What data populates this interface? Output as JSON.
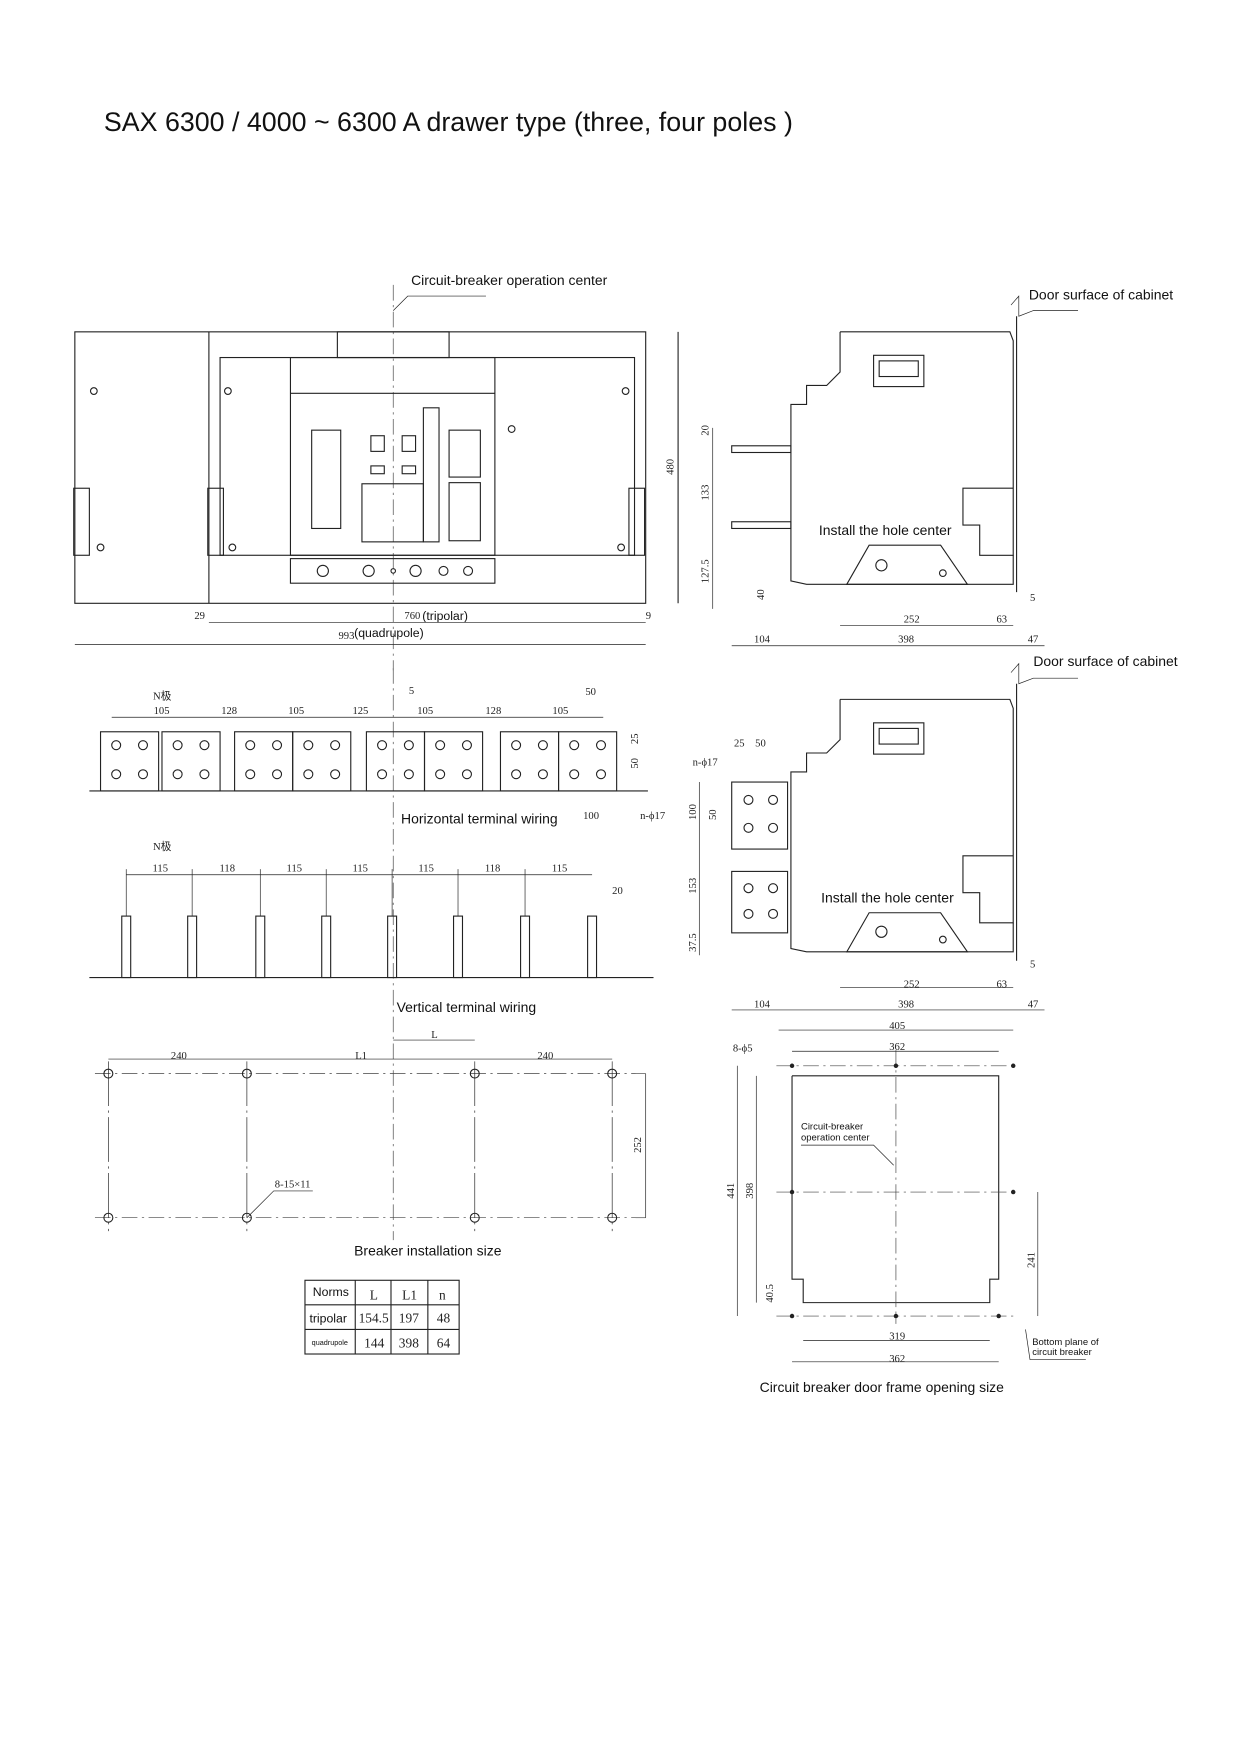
{
  "title": "SAX 6300 / 4000 ~ 6300 A drawer type (three, four poles )",
  "front_view": {
    "operation_center_label": "Circuit-breaker operation center",
    "dim_height": "480",
    "dim_29": "29",
    "dim_9": "9",
    "dim_tripolar_value": "760",
    "dim_tripolar_label": "(tripolar)",
    "dim_quadrupole_value": "993",
    "dim_quadrupole_label": "(quadrupole)"
  },
  "side_view_1": {
    "door_label": "Door surface of cabinet",
    "hole_center_label": "Install the hole center",
    "dims": {
      "d20": "20",
      "d133": "133",
      "d127_5": "127.5",
      "d40": "40",
      "d252": "252",
      "d63": "63",
      "d5": "5",
      "d104": "104",
      "d398": "398",
      "d47": "47"
    }
  },
  "side_view_2": {
    "door_label": "Door surface of cabinet",
    "hole_center_label": "Install the hole center",
    "dims": {
      "n_phi17": "n-ϕ17",
      "d25": "25",
      "d50a": "50",
      "d100": "100",
      "d50b": "50",
      "d153": "153",
      "d37_5": "37.5",
      "d252": "252",
      "d63": "63",
      "d5": "5",
      "d104": "104",
      "d398": "398",
      "d47": "47"
    }
  },
  "horizontal_wiring": {
    "label": "Horizontal terminal wiring",
    "n_pole": "N极",
    "spacings": [
      "105",
      "128",
      "105",
      "125",
      "105",
      "128",
      "105"
    ],
    "d5": "5",
    "d50_top": "50",
    "d25": "25",
    "d50_side": "50",
    "d100": "100",
    "n_phi17": "n-ϕ17"
  },
  "vertical_wiring": {
    "label": "Vertical terminal wiring",
    "n_pole": "N极",
    "spacings": [
      "115",
      "118",
      "115",
      "115",
      "115",
      "118",
      "115"
    ],
    "d20": "20"
  },
  "installation": {
    "label": "Breaker installation size",
    "d240_left": "240",
    "L1": "L1",
    "L": "L",
    "d240_right": "240",
    "d252": "252",
    "holes": "8-15×11"
  },
  "norms_table": {
    "headers": [
      "Norms",
      "L",
      "L1",
      "n"
    ],
    "rows": [
      [
        "tripolar",
        "154.5",
        "197",
        "48"
      ],
      [
        "quadrupole",
        "144",
        "398",
        "64"
      ]
    ]
  },
  "door_frame": {
    "label": "Circuit breaker door frame opening size",
    "operation_center_1": "Circuit-breaker",
    "operation_center_2": "operation center",
    "bottom_plane_1": "Bottom plane of",
    "bottom_plane_2": "circuit breaker",
    "dims": {
      "d405": "405",
      "d362_top": "362",
      "holes": "8-ϕ5",
      "d441": "441",
      "d398": "398",
      "d40_5": "40.5",
      "d241": "241",
      "d319": "319",
      "d362_bottom": "362"
    }
  }
}
